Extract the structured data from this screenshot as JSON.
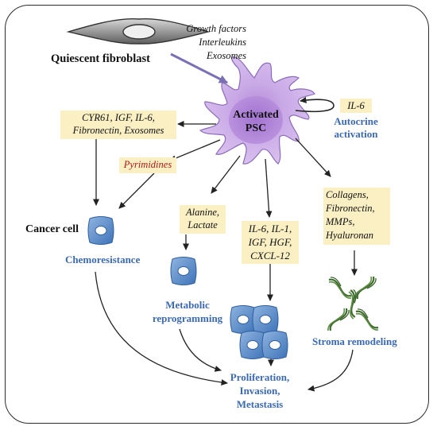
{
  "quiescent": {
    "label": "Quiescent fibroblast"
  },
  "signals": {
    "line1": "Growth factors",
    "line2": "Interleukins",
    "line3": "Exosomes"
  },
  "psc": {
    "line1": "Activated",
    "line2": "PSC"
  },
  "autocrine": {
    "factor": "IL-6",
    "line1": "Autocrine",
    "line2": "activation"
  },
  "cancer_factors": {
    "line1": "CYR61, IGF, IL-6,",
    "line2": "Fibronectin, Exosomes"
  },
  "pyrimidines": {
    "label": "Pyrimidines",
    "color": "#b01818"
  },
  "cancer_cell": {
    "label": "Cancer cell"
  },
  "chemoresistance": {
    "label": "Chemoresistance"
  },
  "metabolites": {
    "line1": "Alanine,",
    "line2": "Lactate"
  },
  "metabolic": {
    "line1": "Metabolic",
    "line2": "reprogramming"
  },
  "cytokines": {
    "line1": "IL-6, IL-1,",
    "line2": "IGF, HGF,",
    "line3": "CXCL-12"
  },
  "ecm": {
    "line1": "Collagens,",
    "line2": "Fibronectin,",
    "line3": "MMPs,",
    "line4": "Hyaluronan"
  },
  "stroma": {
    "label": "Stroma remodeling"
  },
  "outcome": {
    "line1": "Proliferation,",
    "line2": "Invasion,",
    "line3": "Metastasis"
  },
  "colors": {
    "outcome_blue": "#3b6ab3",
    "label_fill": "#fbefc4",
    "psc_fill": "#c8a6e6",
    "cell_blue": "#4f86c6",
    "fiber_green": "#3d6b2a"
  }
}
